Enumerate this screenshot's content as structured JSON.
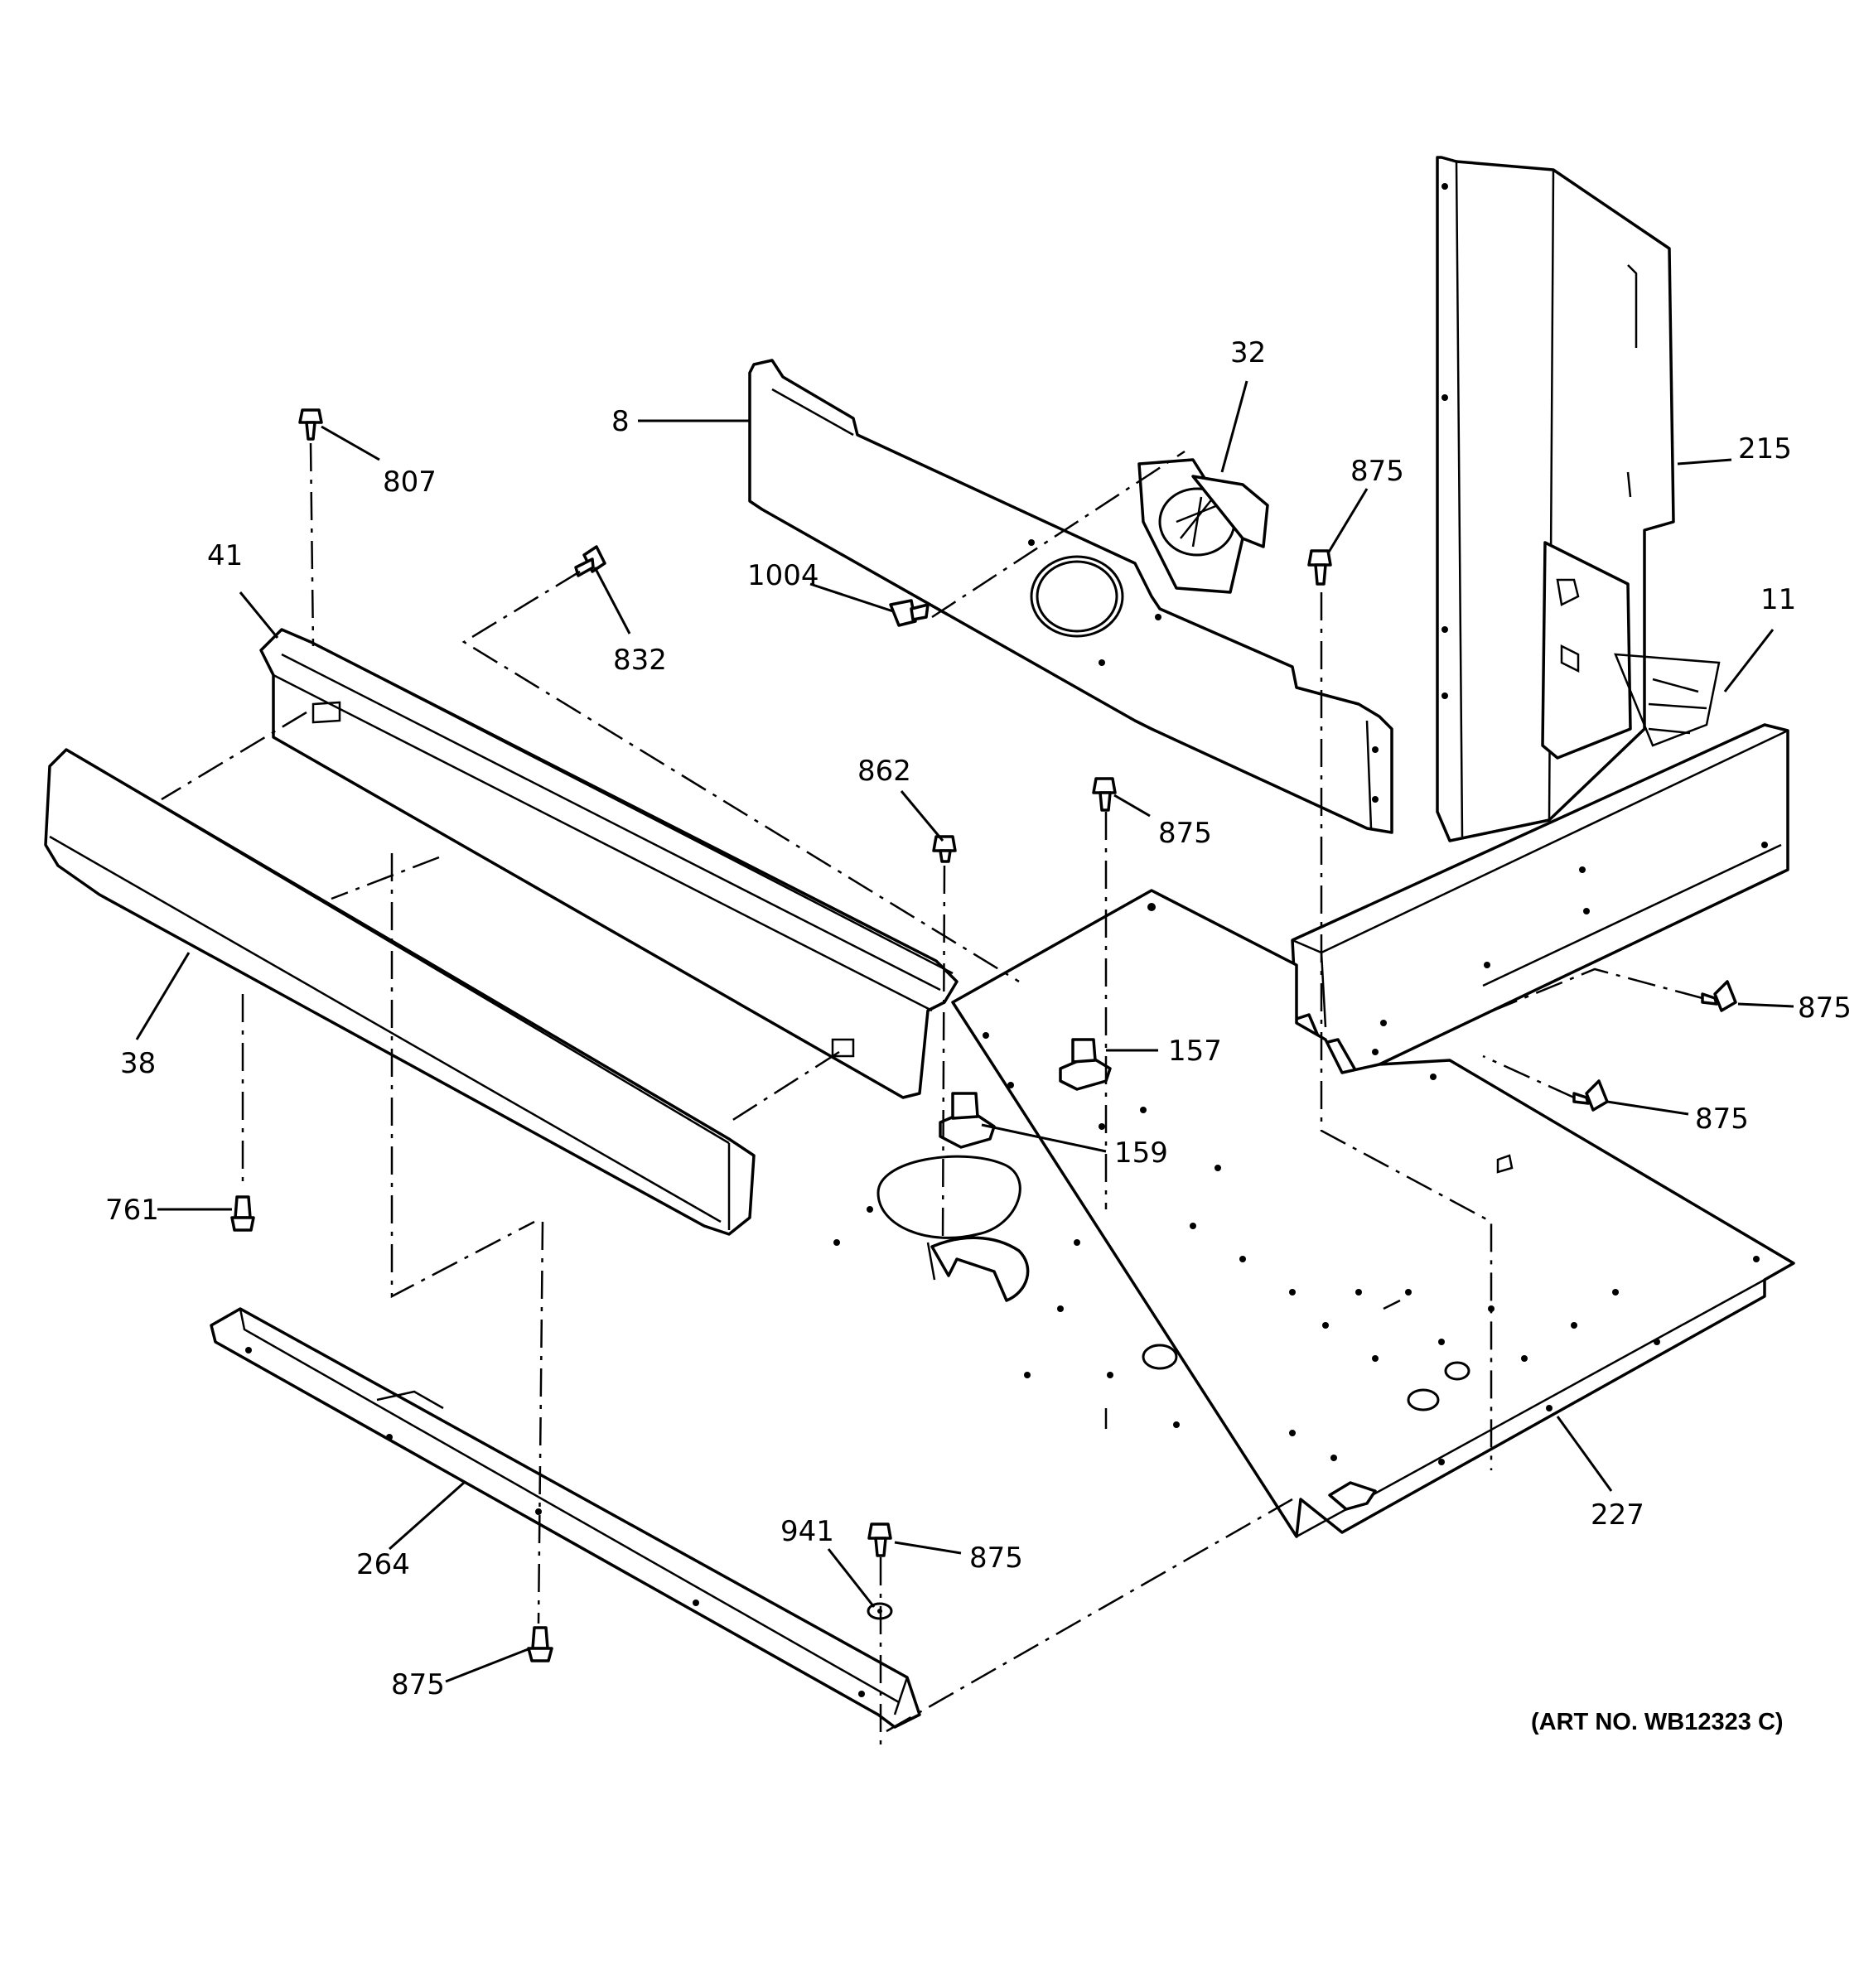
{
  "labels": {
    "p807": "807",
    "p41": "41",
    "p832": "832",
    "p8": "8",
    "p1004": "1004",
    "p32": "32",
    "p875_top": "875",
    "p215": "215",
    "p11": "11",
    "p862": "862",
    "p875_mid": "875",
    "p157": "157",
    "p159": "159",
    "p875_right_upper": "875",
    "p875_right_lower": "875",
    "p38": "38",
    "p761": "761",
    "p264": "264",
    "p941": "941",
    "p875_bottom_right": "875",
    "p875_bottom_left": "875",
    "p227": "227"
  },
  "art_number": "(ART NO. WB12323 C)"
}
